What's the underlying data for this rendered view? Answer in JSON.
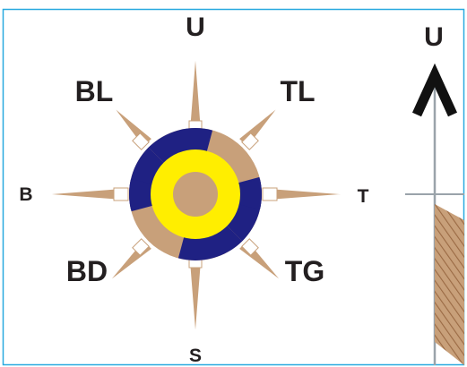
{
  "compass": {
    "labels": {
      "north": "U",
      "south": "S",
      "west": "B",
      "east": "T",
      "northwest": "BL",
      "northeast": "TL",
      "southwest": "BD",
      "southeast": "TG"
    }
  },
  "arrow": {
    "label": "U"
  },
  "colors": {
    "frame": "#29a9df",
    "tan": "#c8a07a",
    "navy": "#1f2183",
    "yellow": "#ffee00",
    "ink": "#231f20",
    "axis": "#9aa3aa",
    "hatch": "#a16f4a"
  }
}
